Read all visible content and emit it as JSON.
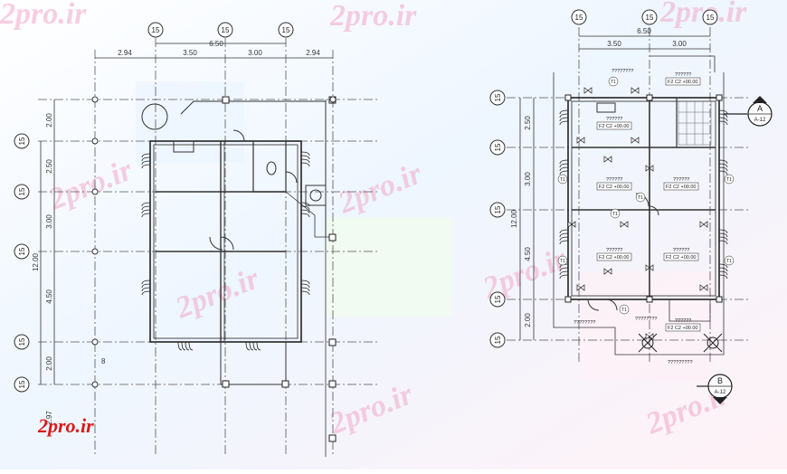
{
  "logo": {
    "text": "2pro.ir"
  },
  "watermark": {
    "text": "2pro.ir"
  },
  "plan_left": {
    "grid_x_labels": [
      "15",
      "15",
      "15"
    ],
    "grid_y_labels": [
      "15",
      "15",
      "15",
      "15",
      "15"
    ],
    "overall_width": "6.50",
    "top_dims": [
      "2.94",
      "3.50",
      "3.00",
      "2.94"
    ],
    "side_dims": [
      "2.00",
      "2.50",
      "3.00",
      "4.50",
      "2.00",
      "2.97"
    ],
    "overall_height": "12.00",
    "small_label": "8"
  },
  "plan_right": {
    "grid_x_labels": [
      "15",
      "15",
      "15"
    ],
    "grid_y_labels": [
      "15",
      "15",
      "15",
      "15",
      "15"
    ],
    "overall_width": "6.50",
    "top_dims": [
      "3.50",
      "3.00"
    ],
    "side_dims": [
      "2.50",
      "3.00",
      "4.50",
      "2.00"
    ],
    "overall_height": "12.00",
    "section_a": {
      "letter": "A",
      "sheet": "A-12"
    },
    "section_b": {
      "letter": "B",
      "sheet": "A-12"
    },
    "room_tags": [
      {
        "name": "??????",
        "code": "F2 C2 +00.00"
      },
      {
        "name": "??????",
        "code": "F2 C2 +00.00"
      },
      {
        "name": "??????",
        "code": "F2 C2 +00.00"
      },
      {
        "name": "??????",
        "code": "F2 C2 +00.00"
      },
      {
        "name": "??????",
        "code": "F2 C2 +00.00"
      },
      {
        "name": "??????",
        "code": "F2 C2 +00.00"
      },
      {
        "name": "??????",
        "code": "F2 C2 +00.00"
      }
    ],
    "wall_tag": "T1",
    "notes": [
      "????????",
      "????????",
      "?????????",
      "????????"
    ]
  }
}
